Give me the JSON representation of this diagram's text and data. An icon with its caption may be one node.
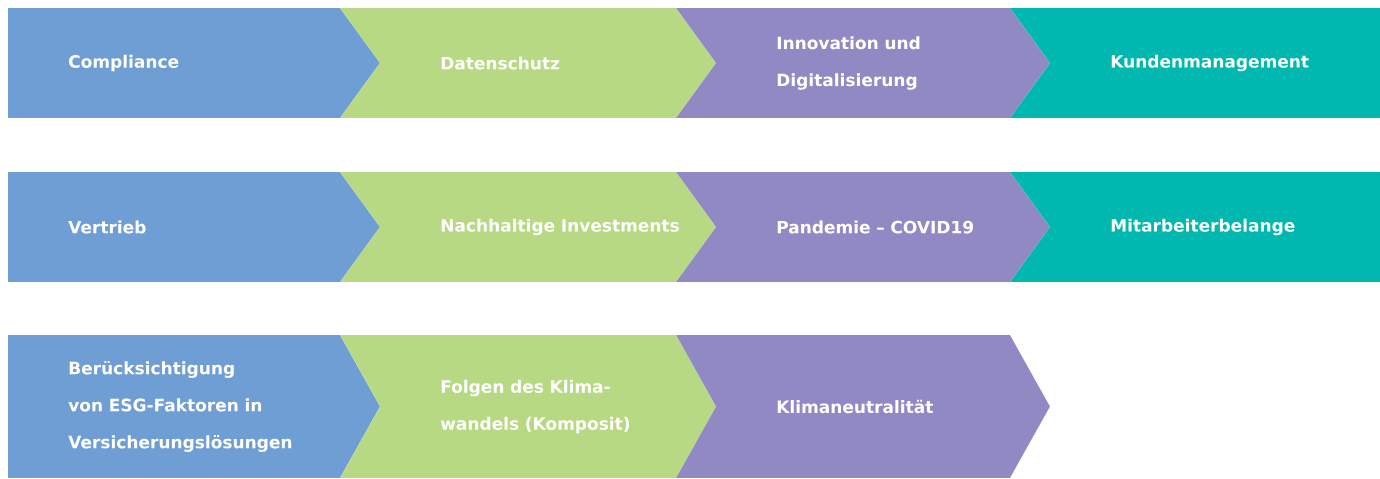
{
  "diagram": {
    "nodes": [
      {
        "text": [
          "Compliance"
        ]
      },
      {
        "text": [
          "Datenschutz"
        ]
      },
      {
        "text": [
          "Innovation und Digitalisierung"
        ]
      },
      {
        "text": [
          "Kundenmanagement"
        ]
      },
      {
        "text": [
          "Vertrieb"
        ]
      },
      {
        "text": [
          "Nachhaltige Investments"
        ]
      },
      {
        "text": [
          "Pandemie – COVID19"
        ]
      },
      {
        "text": [
          "Mitarbeiterbelange"
        ]
      },
      {
        "text": [
          "Berücksichtigung von ESG-Faktoren in Versicherungslösungen"
        ]
      },
      {
        "text": [
          "Folgen des Klima- wandels (Komposit)"
        ]
      },
      {
        "text": [
          "Klimaneutralität"
        ]
      }
    ]
  }
}
